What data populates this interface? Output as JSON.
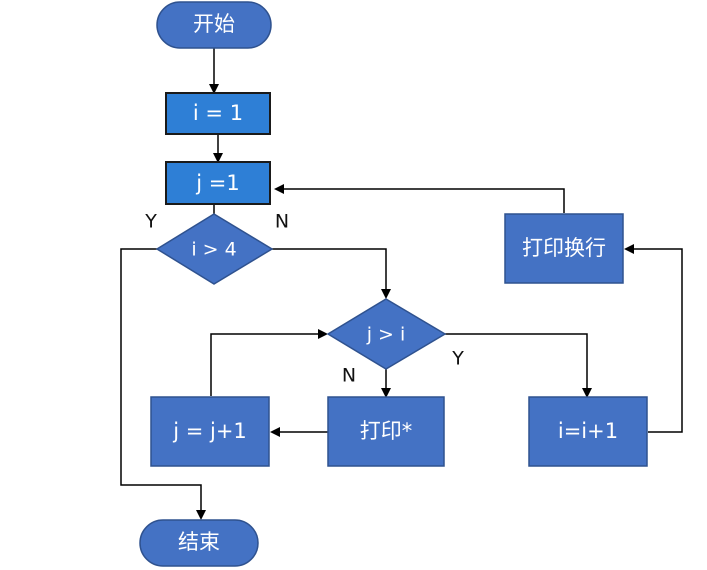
{
  "nodes": {
    "start": "开始",
    "init_i": "i = 1",
    "init_j": "j =1",
    "cond_i": "i > 4",
    "cond_j": "j > i",
    "print_star": "打印*",
    "inc_j": "j = j+1",
    "inc_i": "i=i+1",
    "print_newline": "打印换行",
    "end": "结束"
  },
  "edge_labels": {
    "cond_i_yes": "Y",
    "cond_i_no": "N",
    "cond_j_no": "N",
    "cond_j_yes": "Y"
  }
}
